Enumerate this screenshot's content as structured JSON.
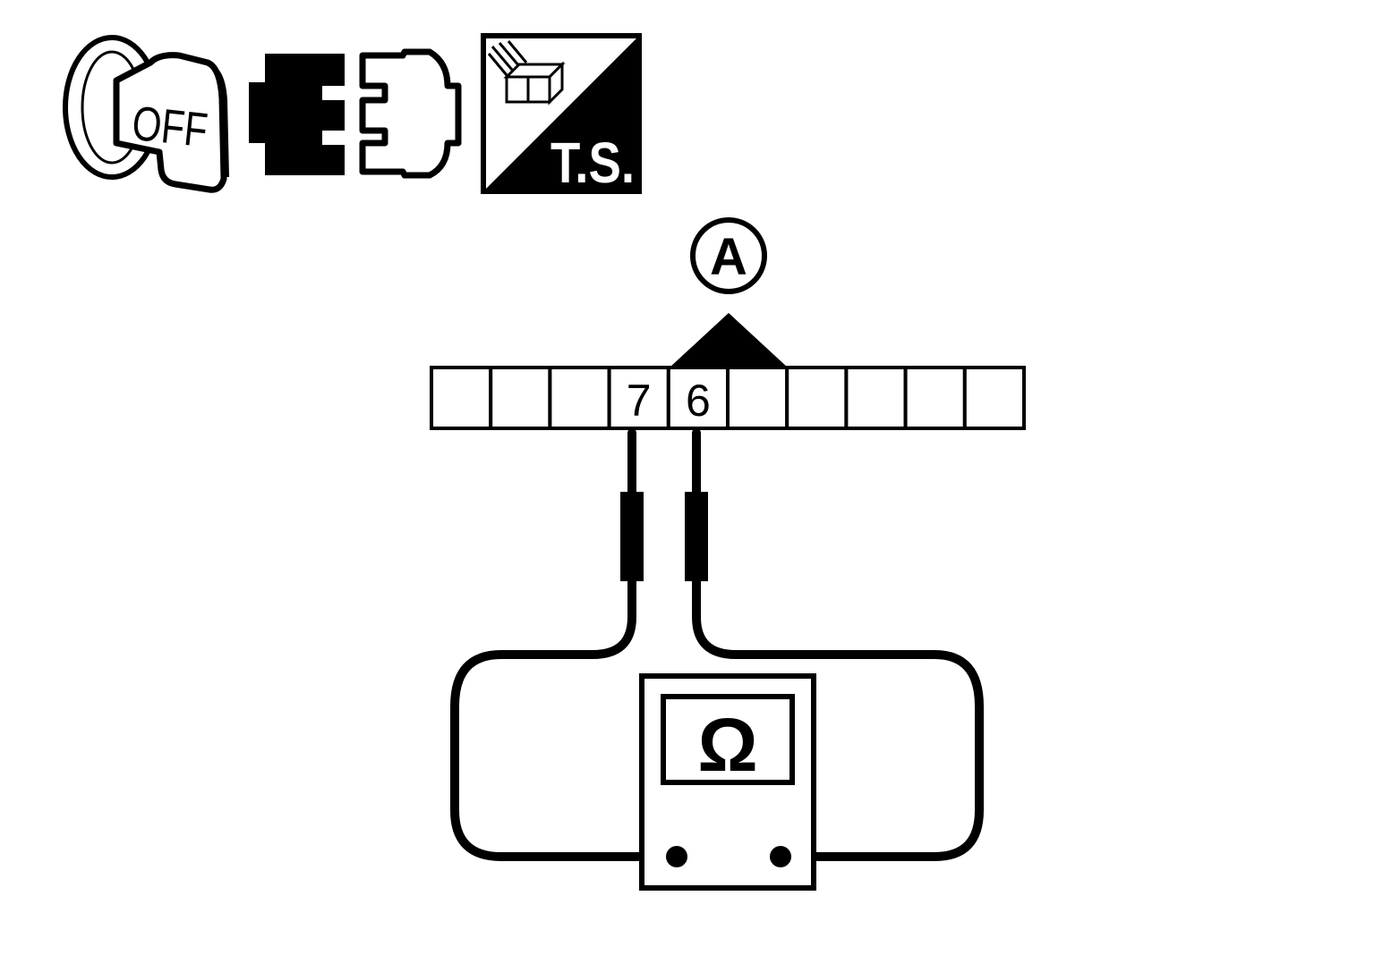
{
  "icons": {
    "ignition_key": {
      "icon": "ignition-key-icon",
      "label": "OFF"
    },
    "connector": {
      "icon": "connector-disconnect-icon"
    },
    "trouble_shooting": {
      "icon": "trouble-shooting-icon",
      "label": "T.S."
    }
  },
  "connector": {
    "callout": "A",
    "cavity_count": 10,
    "pins": [
      {
        "index": 3,
        "label": "7"
      },
      {
        "index": 4,
        "label": "6"
      }
    ]
  },
  "meter": {
    "symbol": "Ω",
    "icon": "ohmmeter-icon"
  },
  "colors": {
    "ink": "#000000",
    "paper": "#ffffff"
  }
}
